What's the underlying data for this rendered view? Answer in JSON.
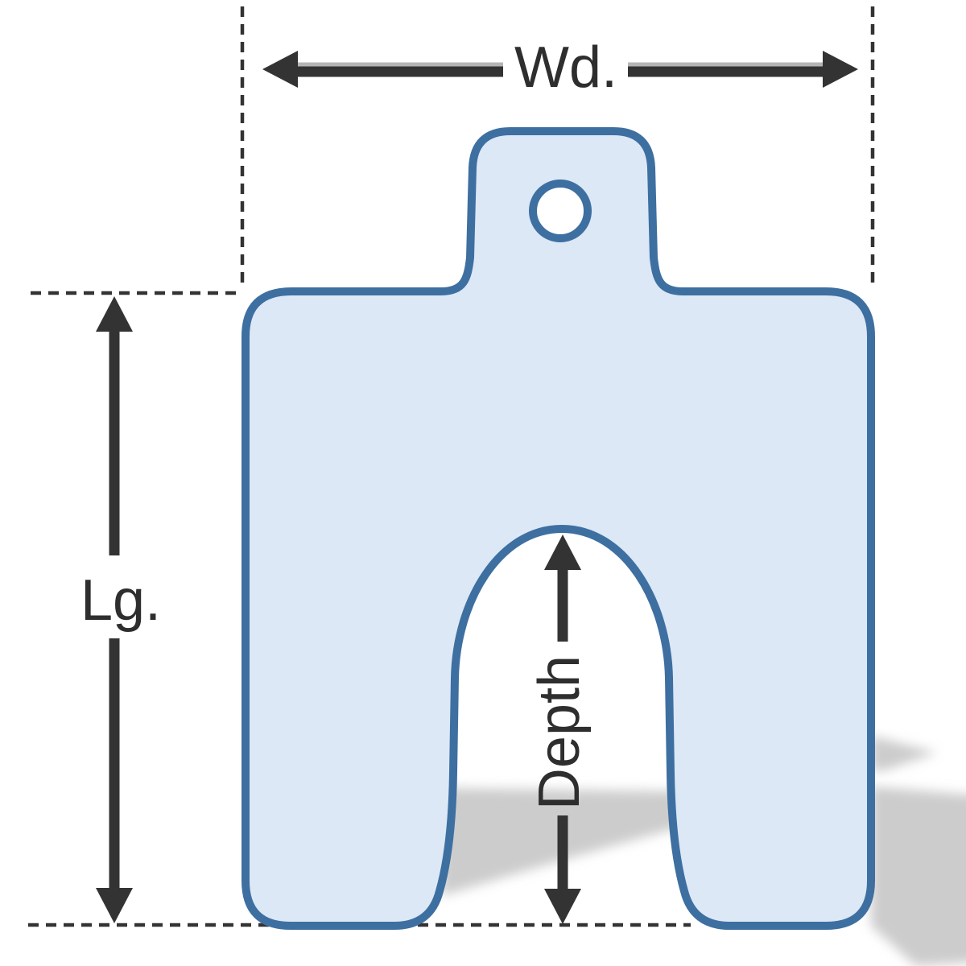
{
  "diagram": {
    "dimensions": {
      "width": {
        "label": "Wd."
      },
      "length": {
        "label": "Lg."
      },
      "depth": {
        "label": "Depth"
      }
    },
    "colors": {
      "background": "#ffffff",
      "shim_fill": "#dce8f6",
      "shim_outline": "#3e6fa1",
      "annotation": "#333333",
      "shaft_highlight": "#b5b5b5",
      "shadow": "#cccccc",
      "label_text": "#2e2e2e"
    }
  }
}
